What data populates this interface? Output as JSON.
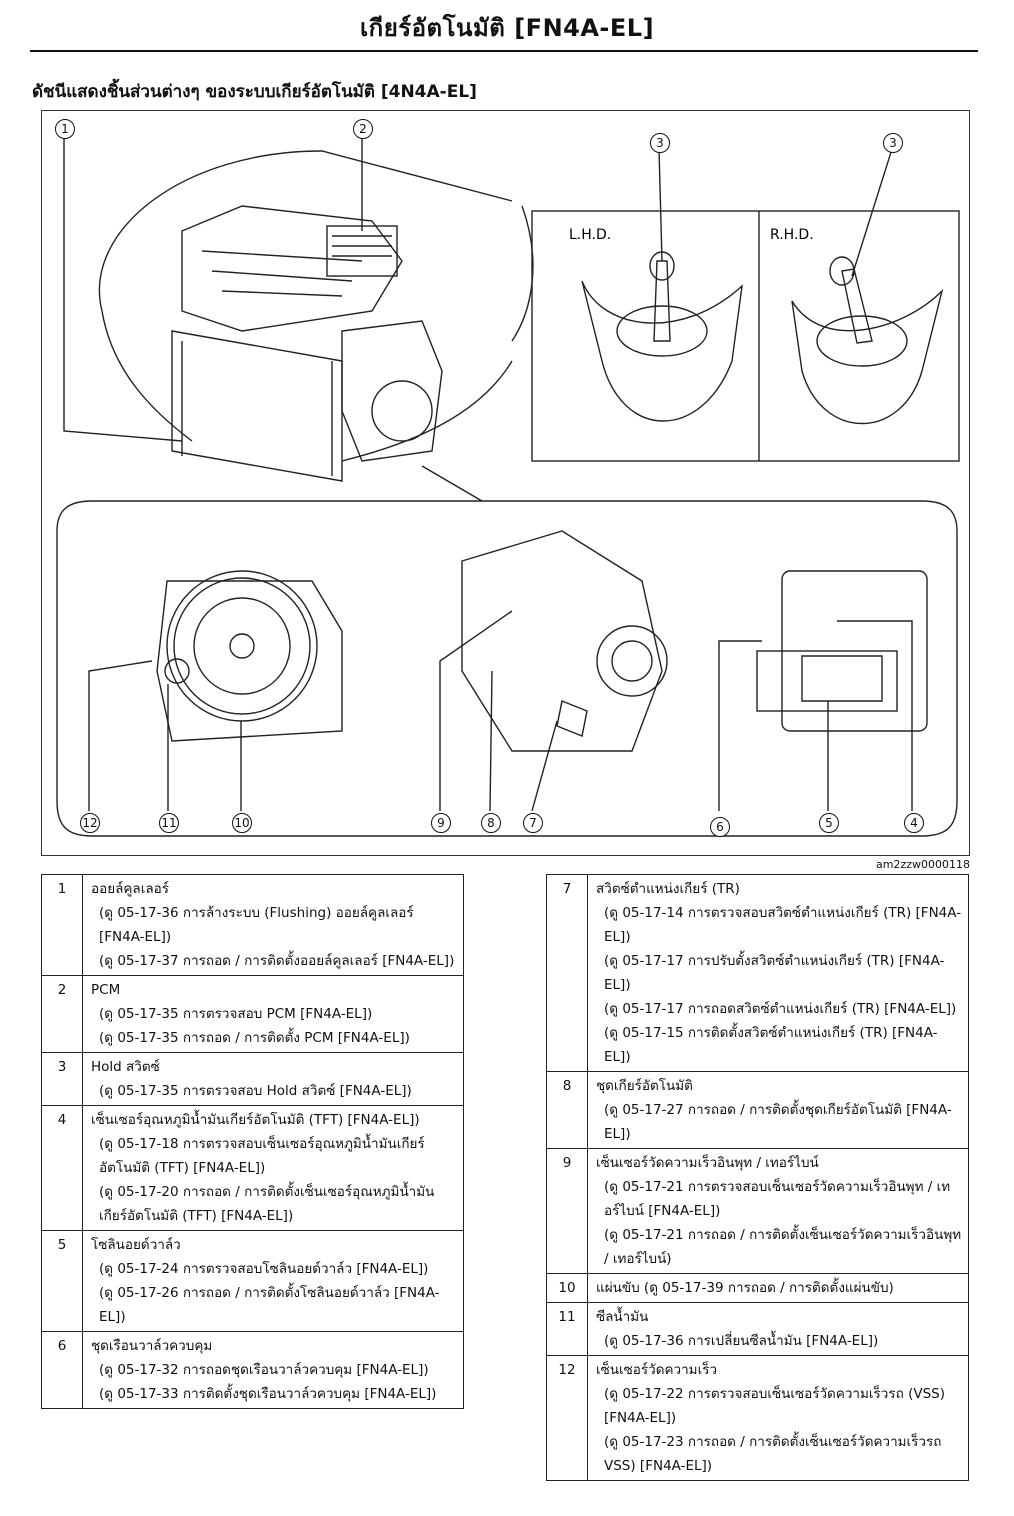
{
  "page": {
    "title": "เกียร์อัตโนมัติ [FN4A-EL]",
    "section_title": "ดัชนีแสดงชิ้นส่วนต่างๆ ของระบบเกียร์อัตโนมัติ [4N4A-EL]",
    "figure_code": "am2zzw0000118",
    "lhd_label": "L.H.D.",
    "rhd_label": "R.H.D."
  },
  "callouts": [
    "1",
    "2",
    "3",
    "3",
    "4",
    "5",
    "6",
    "7",
    "8",
    "9",
    "10",
    "11",
    "12"
  ],
  "parts_left": [
    {
      "num": "1",
      "name": "ออยล์คูลเลอร์",
      "refs": [
        "(ดู 05-17-36 การล้างระบบ (Flushing) ออยล์คูลเลอร์ [FN4A-EL])",
        "(ดู 05-17-37 การถอด / การติดตั้งออยล์คูลเลอร์ [FN4A-EL])"
      ]
    },
    {
      "num": "2",
      "name": "PCM",
      "refs": [
        "(ดู 05-17-35 การตรวจสอบ PCM [FN4A-EL])",
        "(ดู 05-17-35 การถอด / การติดตั้ง PCM [FN4A-EL])"
      ]
    },
    {
      "num": "3",
      "name": "Hold สวิตซ์",
      "refs": [
        "(ดู 05-17-35 การตรวจสอบ Hold สวิตซ์ [FN4A-EL])"
      ]
    },
    {
      "num": "4",
      "name": "เซ็นเซอร์อุณหภูมิน้ำมันเกียร์อัตโนมัติ (TFT) [FN4A-EL])",
      "refs": [
        "(ดู 05-17-18 การตรวจสอบเซ็นเซอร์อุณหภูมิน้ำมันเกียร์อัตโนมัติ (TFT) [FN4A-EL])",
        "(ดู 05-17-20 การถอด / การติดตั้งเซ็นเซอร์อุณหภูมิน้ำมันเกียร์อัตโนมัติ (TFT) [FN4A-EL])"
      ]
    },
    {
      "num": "5",
      "name": "โซลินอยด์วาล์ว",
      "refs": [
        "(ดู 05-17-24 การตรวจสอบโซลินอยด์วาล์ว [FN4A-EL])",
        "(ดู 05-17-26 การถอด / การติดตั้งโซลินอยด์วาล์ว [FN4A-EL])"
      ]
    },
    {
      "num": "6",
      "name": "ชุดเรือนวาล์วควบคุม",
      "refs": [
        "(ดู 05-17-32 การถอดชุดเรือนวาล์วควบคุม [FN4A-EL])",
        "(ดู 05-17-33 การติดตั้งชุดเรือนวาล์วควบคุม [FN4A-EL])"
      ]
    }
  ],
  "parts_right": [
    {
      "num": "7",
      "name": "สวิตซ์ตำแหน่งเกียร์ (TR)",
      "refs": [
        "(ดู 05-17-14 การตรวจสอบสวิตซ์ตำแหน่งเกียร์ (TR) [FN4A-EL])",
        "(ดู 05-17-17 การปรับตั้งสวิตซ์ตำแหน่งเกียร์ (TR) [FN4A-EL])",
        "(ดู 05-17-17 การถอดสวิตซ์ตำแหน่งเกียร์ (TR) [FN4A-EL])",
        "(ดู 05-17-15 การติดตั้งสวิตซ์ตำแหน่งเกียร์ (TR) [FN4A-EL])"
      ]
    },
    {
      "num": "8",
      "name": "ชุดเกียร์อัตโนมัติ",
      "refs": [
        "(ดู 05-17-27 การถอด / การติดตั้งชุดเกียร์อัตโนมัติ [FN4A-EL])"
      ]
    },
    {
      "num": "9",
      "name": "เซ็นเซอร์วัดความเร็วอินพุท / เทอร์ไบน์",
      "refs": [
        "(ดู 05-17-21 การตรวจสอบเซ็นเซอร์วัดความเร็วอินพุท / เทอร์ไบน์ [FN4A-EL])",
        "(ดู 05-17-21 การถอด / การติดตั้งเซ็นเซอร์วัดความเร็วอินพุท / เทอร์ไบน์)"
      ]
    },
    {
      "num": "10",
      "name": "แผ่นขับ (ดู 05-17-39 การถอด / การติดตั้งแผ่นขับ)",
      "refs": []
    },
    {
      "num": "11",
      "name": "ซีลน้ำมัน",
      "refs": [
        "(ดู 05-17-36 การเปลี่ยนซีลน้ำมัน [FN4A-EL])"
      ]
    },
    {
      "num": "12",
      "name": "เซ็นเซอร์วัดความเร็ว",
      "refs": [
        "(ดู 05-17-22 การตรวจสอบเซ็นเซอร์วัดความเร็วรถ (VSS) [FN4A-EL])",
        "(ดู 05-17-23 การถอด / การติดตั้งเซ็นเซอร์วัดความเร็วรถ  VSS) [FN4A-EL])"
      ]
    }
  ]
}
